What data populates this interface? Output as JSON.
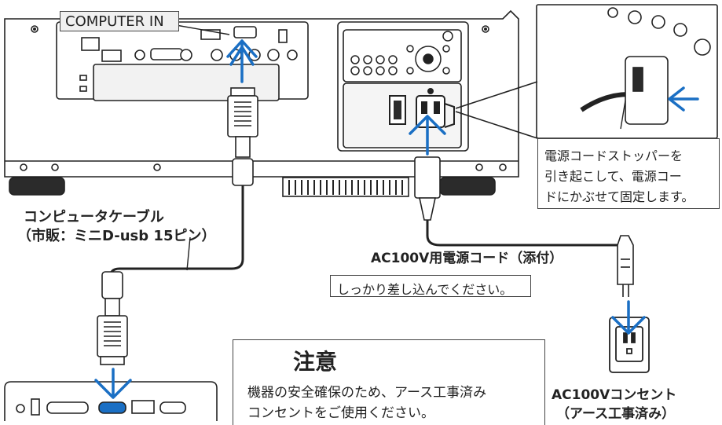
{
  "labels": {
    "computer_in": "COMPUTER IN",
    "cable_name_line1": "コンピュータケーブル",
    "cable_name_line2": "（市販：ミニD-usb 15ピン）",
    "power_cord": "AC100V用電源コード（添付）",
    "insert_firmly": "しっかり差し込んでください。",
    "stopper_line1": "電源コードストッパーを",
    "stopper_line2": "引き起こして、電源コー",
    "stopper_line3": "ドにかぶせて固定します。",
    "outlet_line1": "AC100Vコンセント",
    "outlet_line2": "（アース工事済み）"
  },
  "caution": {
    "title": "注意",
    "line1": "機器の安全確保のため、アース工事済み",
    "line2": "コンセントをご使用ください。"
  },
  "colors": {
    "arrow": "#1a6fc4",
    "line": "#222222",
    "body_fill": "#ffffff",
    "panel_fill": "#f2f2f2",
    "dark_fill": "#2b2b2b"
  },
  "icons": [
    "warning-triangle-icon",
    "power-switch-icon",
    "ground-outlet-icon"
  ]
}
